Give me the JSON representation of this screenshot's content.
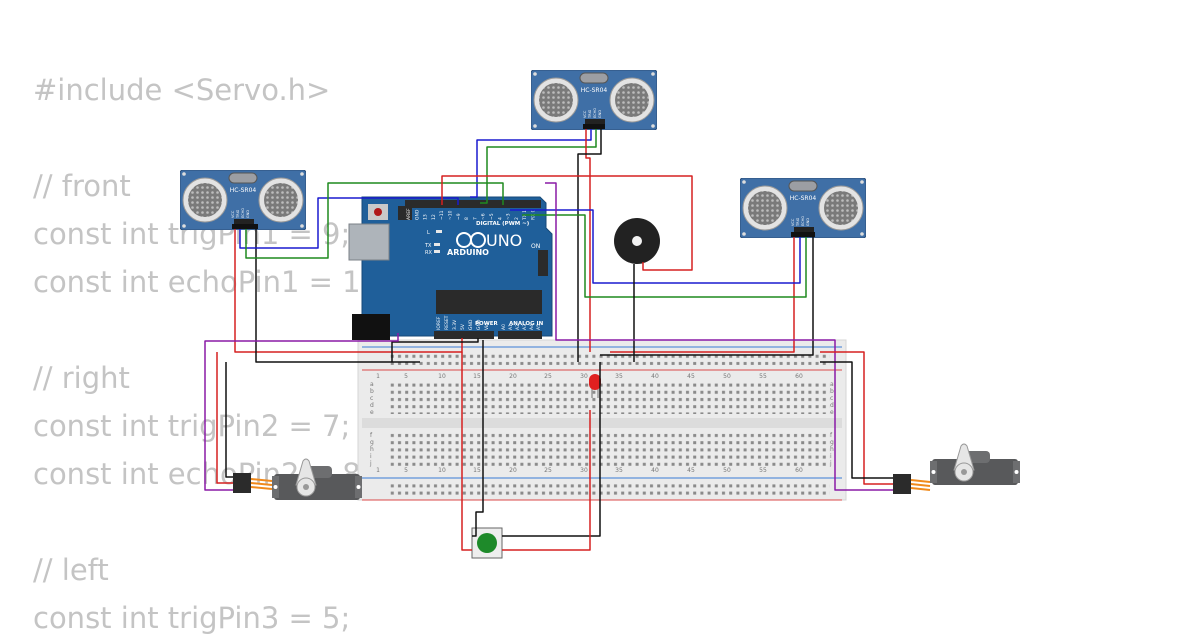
{
  "code_lines": [
    "#include <Servo.h>",
    "",
    "// front",
    "const int trigPin1 = 9;",
    "const int echoPin1 = 10;",
    "",
    "// right",
    "const int trigPin2 = 7;",
    "const int echoPin2 = 8;",
    "",
    "// left",
    "const int trigPin3 = 5;"
  ],
  "sensor": {
    "model": "HC-SR04",
    "pins": [
      "VCC",
      "TRIG",
      "ECHO",
      "GND"
    ]
  },
  "arduino": {
    "brand": "ARDUINO",
    "model": "UNO",
    "on_label": "ON",
    "digital_label": "DIGITAL (PWM ~)",
    "analog_label": "ANALOG IN",
    "power_label": "POWER",
    "led_labels": [
      "L",
      "TX",
      "RX"
    ],
    "digital_pins": [
      "AREF",
      "GND",
      "13",
      "12",
      "~11",
      "~10",
      "~9",
      "8",
      "7",
      "~6",
      "~5",
      "4",
      "~3",
      "2",
      "TX 1",
      "RX 0"
    ],
    "power_pins": [
      "IOREF",
      "RESET",
      "3.3V",
      "5V",
      "GND",
      "GND",
      "Vin"
    ],
    "analog_pins": [
      "A0",
      "A1",
      "A2",
      "A3",
      "A4",
      "A5"
    ]
  },
  "breadboard": {
    "column_numbers": [
      "1",
      "5",
      "10",
      "15",
      "20",
      "25",
      "30",
      "35",
      "40",
      "45",
      "50",
      "55",
      "60"
    ],
    "row_letters_top": [
      "a",
      "b",
      "c",
      "d",
      "e"
    ],
    "row_letters_bottom": [
      "f",
      "g",
      "h",
      "i",
      "j"
    ]
  },
  "colors": {
    "board_blue": "#1f5f9a",
    "sensor_blue": "#3f6fa6",
    "wire_red": "#d62020",
    "wire_black": "#111111",
    "wire_green": "#1f8a1f",
    "wire_blue": "#1a1acf",
    "wire_purple": "#8a1aa6",
    "code_gray": "#c4c4c4"
  }
}
